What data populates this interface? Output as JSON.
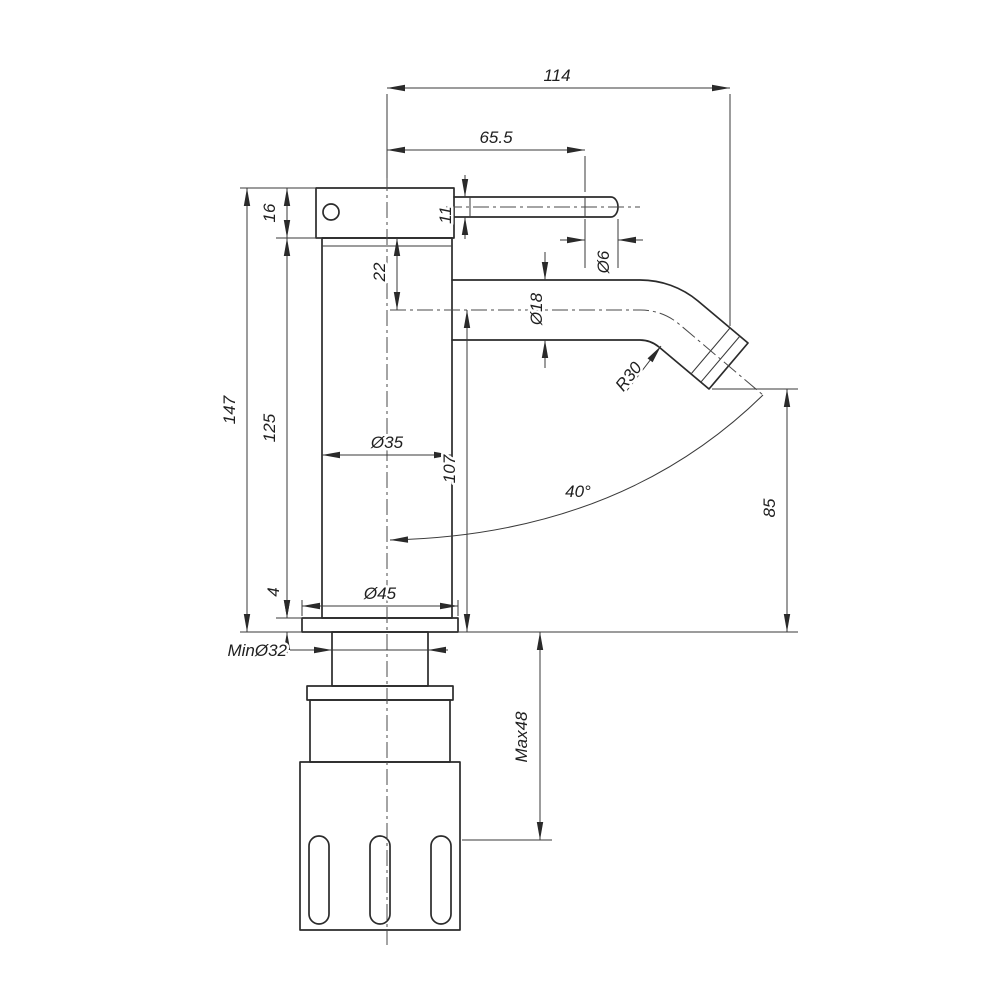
{
  "drawing": {
    "title": "Faucet technical dimension drawing",
    "dims": {
      "d114": "114",
      "d65_5": "65.5",
      "d16": "16",
      "d11": "11",
      "d22": "22",
      "d6": "Ø6",
      "d18": "Ø18",
      "r30": "R30",
      "d147": "147",
      "d125": "125",
      "d35": "Ø35",
      "d107": "107",
      "angle40": "40°",
      "d85": "85",
      "d4": "4",
      "d45": "Ø45",
      "min32": "MinØ32",
      "max48": "Max48"
    }
  }
}
